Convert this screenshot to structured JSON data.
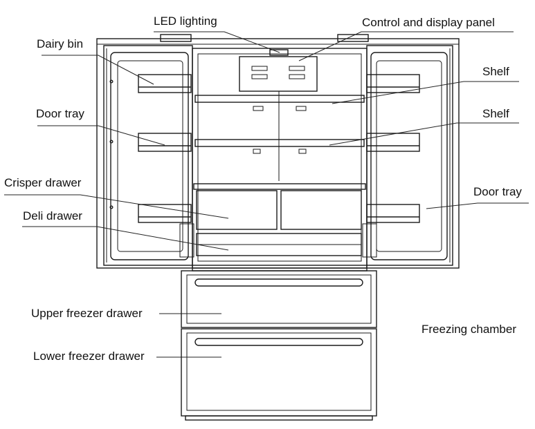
{
  "labels": {
    "led_lighting": "LED lighting",
    "control_panel": "Control and display panel",
    "dairy_bin": "Dairy bin",
    "shelf_upper": "Shelf",
    "shelf_lower": "Shelf",
    "door_tray_left": "Door tray",
    "door_tray_right": "Door tray",
    "crisper_drawer": "Crisper drawer",
    "deli_drawer": "Deli drawer",
    "upper_freezer_drawer": "Upper freezer drawer",
    "lower_freezer_drawer": "Lower freezer drawer",
    "freezing_chamber": "Freezing chamber"
  },
  "colors": {
    "line": "#1a1a1a",
    "leader": "#222222",
    "background": "#ffffff"
  }
}
